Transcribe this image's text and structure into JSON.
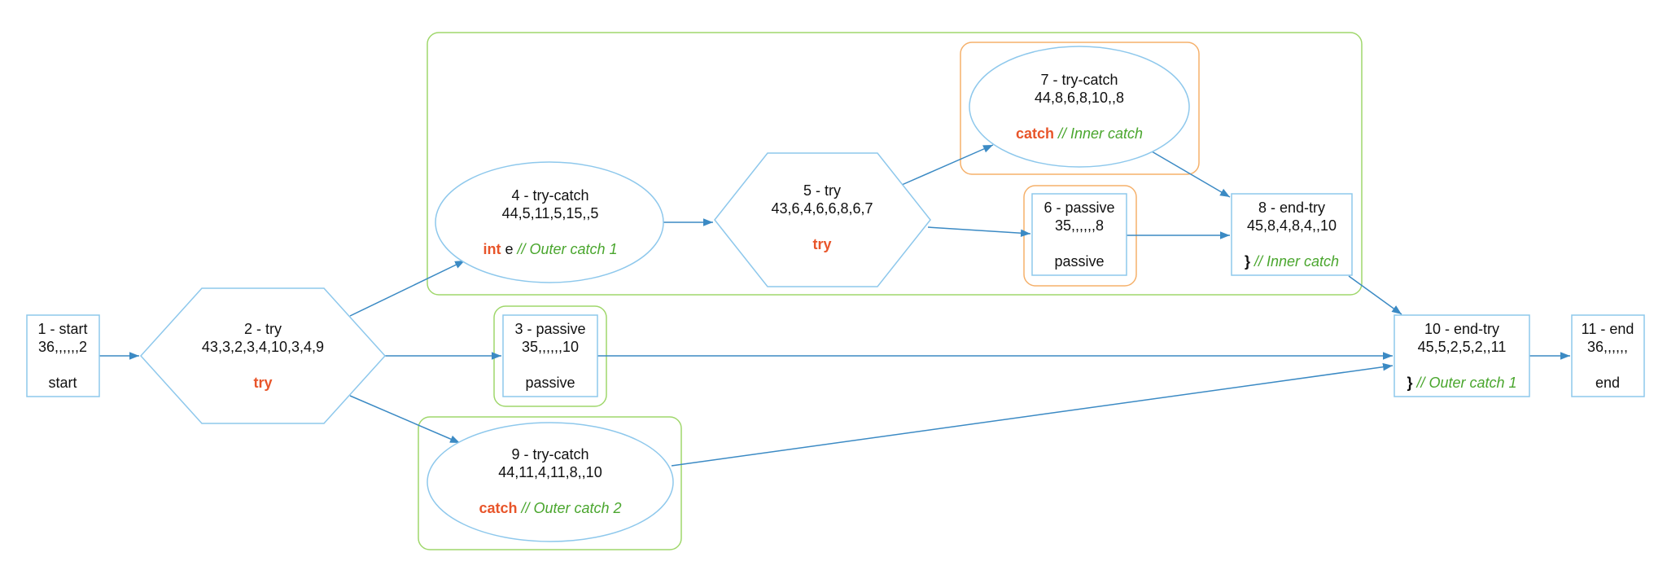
{
  "colors": {
    "node_stroke": "#8ec8ec",
    "edge": "#3b8ac4",
    "group_green": "#9fd76b",
    "group_orange": "#f5b06a",
    "keyword": "#e8552a",
    "comment": "#4aa62e"
  },
  "nodes": {
    "n1": {
      "title": "1 - start",
      "nums": "36,,,,,,2",
      "tag": [
        {
          "t": "start",
          "s": "plain"
        }
      ]
    },
    "n2": {
      "title": "2 - try",
      "nums": "43,3,2,3,4,10,3,4,9",
      "tag": [
        {
          "t": "try",
          "s": "kw"
        }
      ]
    },
    "n3": {
      "title": "3 - passive",
      "nums": "35,,,,,,10",
      "tag": [
        {
          "t": "passive",
          "s": "plain"
        }
      ]
    },
    "n4": {
      "title": "4 - try-catch",
      "nums": "44,5,11,5,15,,5",
      "tag": [
        {
          "t": "int",
          "s": "kw"
        },
        {
          "t": " e ",
          "s": "plain"
        },
        {
          "t": "// Outer catch 1",
          "s": "cm"
        }
      ]
    },
    "n5": {
      "title": "5 - try",
      "nums": "43,6,4,6,6,8,6,7",
      "tag": [
        {
          "t": "try",
          "s": "kw"
        }
      ]
    },
    "n6": {
      "title": "6 - passive",
      "nums": "35,,,,,,8",
      "tag": [
        {
          "t": "passive",
          "s": "plain"
        }
      ]
    },
    "n7": {
      "title": "7 - try-catch",
      "nums": "44,8,6,8,10,,8",
      "tag": [
        {
          "t": "catch",
          "s": "kw"
        },
        {
          "t": " // Inner catch",
          "s": "cm"
        }
      ]
    },
    "n8": {
      "title": "8 - end-try",
      "nums": "45,8,4,8,4,,10",
      "tag": [
        {
          "t": "}",
          "s": "br"
        },
        {
          "t": " // Inner catch",
          "s": "cm"
        }
      ]
    },
    "n9": {
      "title": "9 - try-catch",
      "nums": "44,11,4,11,8,,10",
      "tag": [
        {
          "t": "catch",
          "s": "kw"
        },
        {
          "t": " // Outer catch 2",
          "s": "cm"
        }
      ]
    },
    "n10": {
      "title": "10 - end-try",
      "nums": "45,5,2,5,2,,11",
      "tag": [
        {
          "t": "}",
          "s": "br"
        },
        {
          "t": " // Outer catch 1",
          "s": "cm"
        }
      ]
    },
    "n11": {
      "title": "11 - end",
      "nums": "36,,,,,,",
      "tag": [
        {
          "t": "end",
          "s": "plain"
        }
      ]
    }
  },
  "edges": [
    {
      "from": "n1",
      "to": "n2"
    },
    {
      "from": "n2",
      "to": "n4"
    },
    {
      "from": "n2",
      "to": "n3"
    },
    {
      "from": "n2",
      "to": "n9"
    },
    {
      "from": "n4",
      "to": "n5"
    },
    {
      "from": "n5",
      "to": "n7"
    },
    {
      "from": "n5",
      "to": "n6"
    },
    {
      "from": "n7",
      "to": "n8"
    },
    {
      "from": "n6",
      "to": "n8"
    },
    {
      "from": "n8",
      "to": "n10"
    },
    {
      "from": "n3",
      "to": "n10"
    },
    {
      "from": "n9",
      "to": "n10"
    },
    {
      "from": "n10",
      "to": "n11"
    }
  ]
}
